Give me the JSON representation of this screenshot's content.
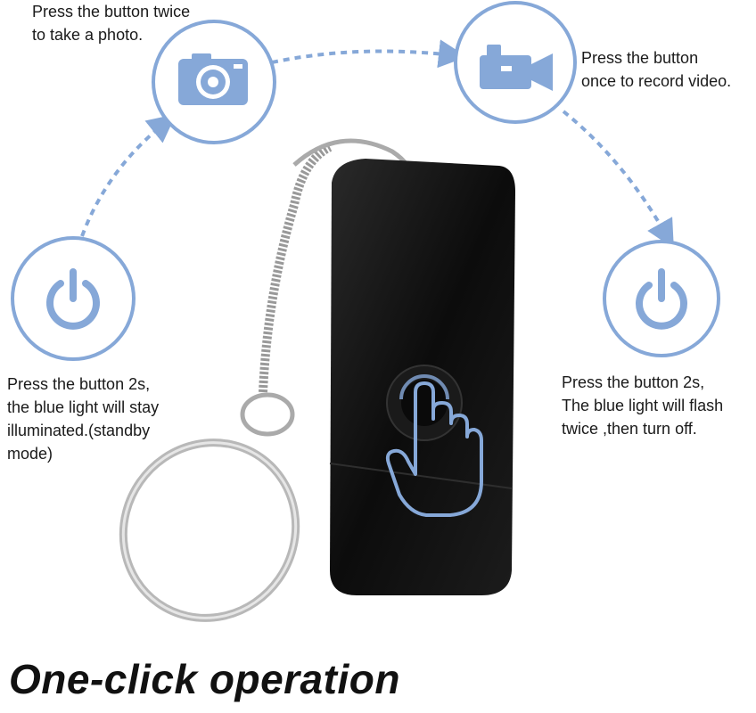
{
  "steps": {
    "photo": {
      "line1": "Press the button twice",
      "line2": "to take a photo.",
      "icon": "camera-icon"
    },
    "video": {
      "line1": "Press the button",
      "line2": "once to record video.",
      "icon": "video-camera-icon"
    },
    "power_on": {
      "line1": "Press the button  2s,",
      "line2": "the blue light will stay",
      "line3": "illuminated.(standby",
      "line4": "mode)",
      "icon": "power-icon"
    },
    "power_off": {
      "line1": "Press the button  2s,",
      "line2": "The blue light will flash",
      "line3": "twice ,then turn off.",
      "icon": "power-icon"
    }
  },
  "title": "One-click operation",
  "colors": {
    "accent": "#86a8d8",
    "device": "#111111"
  }
}
